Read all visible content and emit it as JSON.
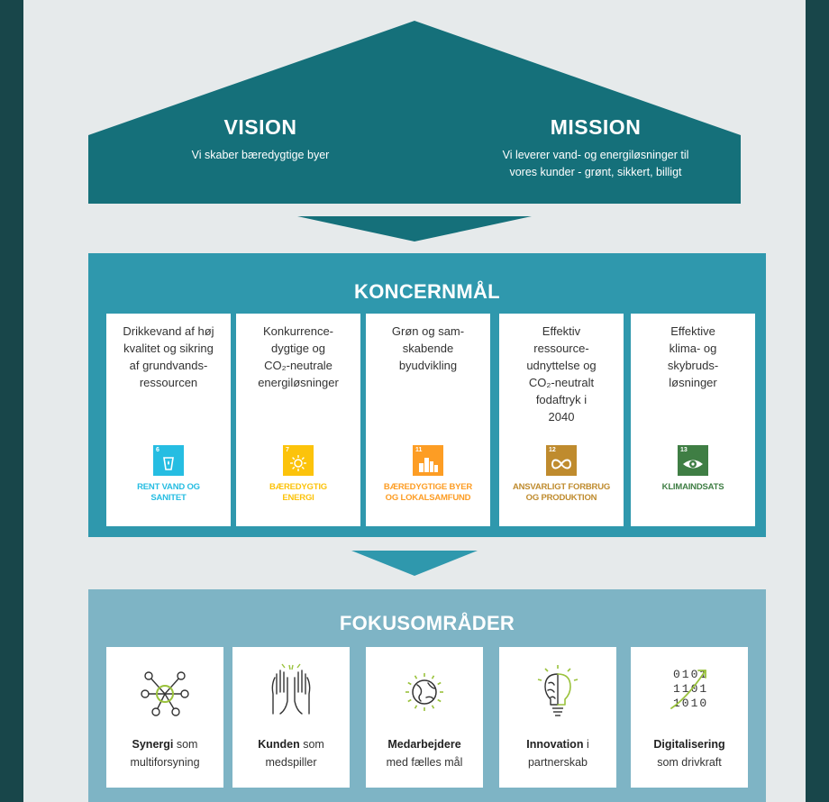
{
  "vision": {
    "heading": "VISION",
    "text": "Vi skaber bæredygtige byer"
  },
  "mission": {
    "heading": "MISSION",
    "text_line1": "Vi leverer vand- og energiløsninger til",
    "text_line2": "vores kunder - grønt, sikkert, billigt"
  },
  "koncernmaal": {
    "title": "KONCERNMÅL",
    "goals": [
      {
        "lines": [
          "Drikkevand af høj",
          "kvalitet og sikring",
          "af grundvands-",
          "ressourcen"
        ],
        "sdg_number": "6",
        "sdg_color": "#26bde2",
        "sdg_label_1": "RENT VAND OG",
        "sdg_label_2": "SANITET",
        "sdg_icon": "water-glass-icon"
      },
      {
        "lines": [
          "Konkurrence-",
          "dygtige og",
          "CO₂-neutrale",
          "energiløsninger"
        ],
        "sdg_number": "7",
        "sdg_color": "#fcc30b",
        "sdg_label_1": "BÆREDYGTIG",
        "sdg_label_2": "ENERGI",
        "sdg_icon": "sun-power-icon"
      },
      {
        "lines": [
          "Grøn og sam-",
          "skabende",
          "byudvikling"
        ],
        "sdg_number": "11",
        "sdg_color": "#fd9d24",
        "sdg_label_1": "BÆREDYGTIGE BYER",
        "sdg_label_2": "OG LOKALSAMFUND",
        "sdg_icon": "city-buildings-icon"
      },
      {
        "lines": [
          "Effektiv",
          "ressource-",
          "udnyttelse og",
          "CO₂-neutralt",
          "fodaftryk i",
          "2040"
        ],
        "sdg_number": "12",
        "sdg_color": "#bf8b2e",
        "sdg_label_1": "ANSVARLIGT FORBRUG",
        "sdg_label_2": "OG PRODUKTION",
        "sdg_icon": "infinity-icon"
      },
      {
        "lines": [
          "Effektive",
          "klima- og",
          "skybruds-",
          "løsninger"
        ],
        "sdg_number": "13",
        "sdg_color": "#3f7e44",
        "sdg_label_1": "KLIMAINDSATS",
        "sdg_label_2": "",
        "sdg_icon": "eye-globe-icon"
      }
    ]
  },
  "fokusomraader": {
    "title": "FOKUSOMRÅDER",
    "areas": [
      {
        "bold": "Synergi",
        "rest1": " som",
        "line2": "multiforsyning",
        "icon": "network-nodes-icon"
      },
      {
        "bold": "Kunden",
        "rest1": " som",
        "line2": "medspiller",
        "icon": "high-five-hands-icon"
      },
      {
        "bold": "Medarbejdere",
        "rest1": "",
        "line2": "med fælles mål",
        "icon": "globe-sparkle-icon"
      },
      {
        "bold": "Innovation",
        "rest1": " i",
        "line2": "partnerskab",
        "icon": "brain-lightbulb-icon"
      },
      {
        "bold": "Digitalisering",
        "rest1": "",
        "line2": "som drivkraft",
        "icon": "binary-arrow-icon"
      }
    ]
  },
  "colors": {
    "dark_teal": "#15707a",
    "mid_teal": "#2f98ad",
    "light_teal": "#7eb4c5",
    "panel": "#e6eaeb",
    "background": "#18464a",
    "icon_green": "#9ac23c"
  }
}
